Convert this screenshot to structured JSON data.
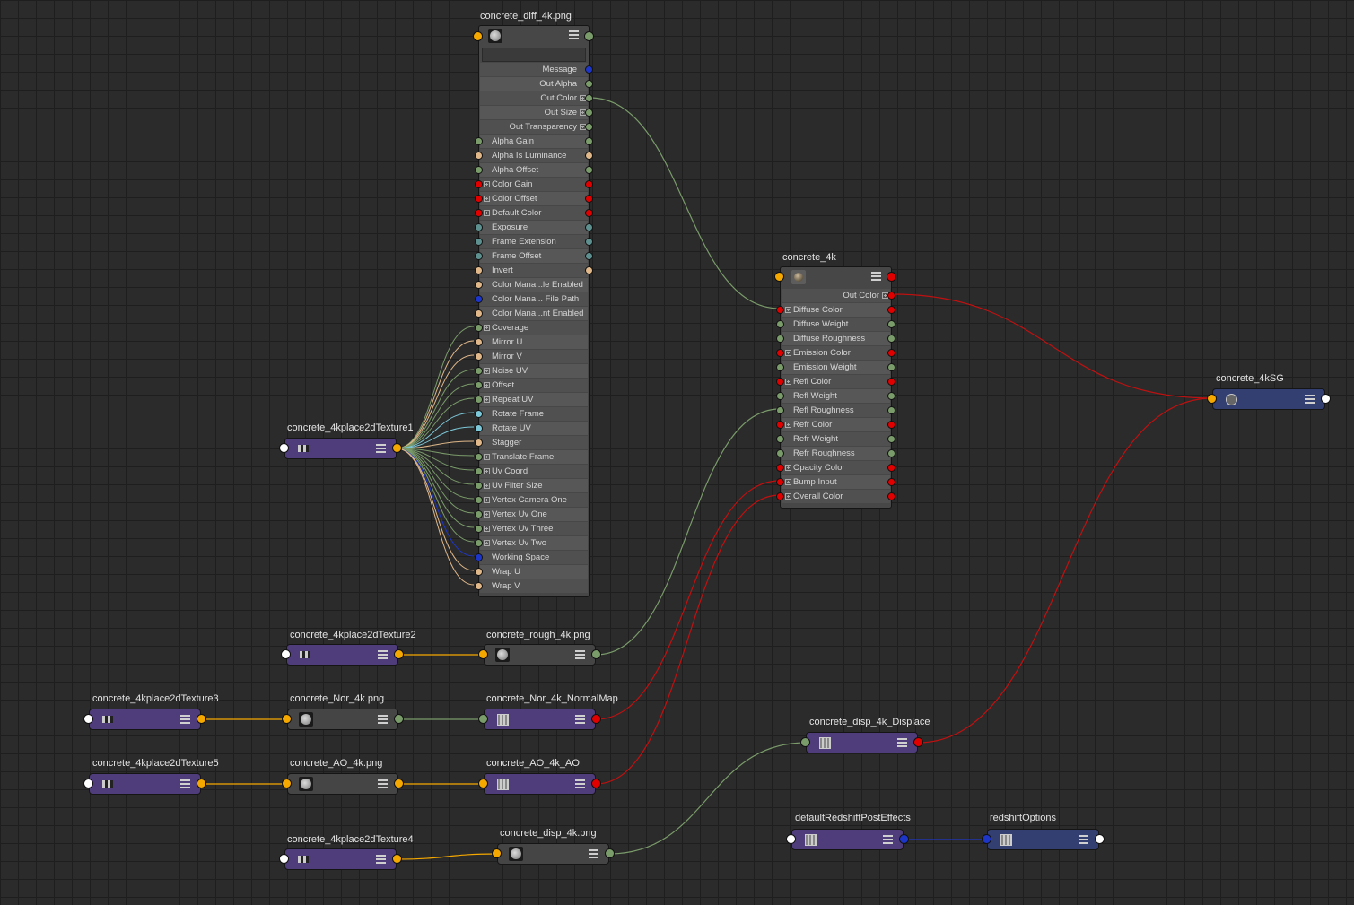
{
  "colors": {
    "yellow": "#f5a800",
    "green": "#7a9b6a",
    "red": "#e00000",
    "blue": "#1e36c8",
    "white": "#ffffff",
    "tan": "#e0b88a",
    "cyan": "#7cc8d8",
    "teal": "#5f9090"
  },
  "nodes": {
    "place1": {
      "title": "concrete_4kplace2dTexture1",
      "icon": "place2d-icon"
    },
    "place2": {
      "title": "concrete_4kplace2dTexture2",
      "icon": "place2d-icon"
    },
    "place3": {
      "title": "concrete_4kplace2dTexture3",
      "icon": "place2d-icon"
    },
    "place5": {
      "title": "concrete_4kplace2dTexture5",
      "icon": "place2d-icon"
    },
    "place4": {
      "title": "concrete_4kplace2dTexture4",
      "icon": "place2d-icon"
    },
    "rough": {
      "title": "concrete_rough_4k.png",
      "icon": "texture-icon"
    },
    "nor": {
      "title": "concrete_Nor_4k.png",
      "icon": "texture-icon"
    },
    "normalmap": {
      "title": "concrete_Nor_4k_NormalMap",
      "icon": "shader-icon"
    },
    "ao": {
      "title": "concrete_AO_4k.png",
      "icon": "texture-icon"
    },
    "aonode": {
      "title": "concrete_AO_4k_AO",
      "icon": "shader-icon"
    },
    "disp": {
      "title": "concrete_disp_4k.png",
      "icon": "texture-icon"
    },
    "displace": {
      "title": "concrete_disp_4k_Displace",
      "icon": "shader-icon"
    },
    "post": {
      "title": "defaultRedshiftPostEffects",
      "icon": "shader-icon"
    },
    "options": {
      "title": "redshiftOptions",
      "icon": "shader-icon"
    },
    "sg": {
      "title": "concrete_4kSG",
      "icon": "shading-group-icon"
    }
  },
  "diff_node": {
    "title": "concrete_diff_4k.png",
    "outputs": [
      "Message",
      "Out Alpha",
      "Out Color",
      "Out Size",
      "Out Transparency"
    ],
    "inputs": [
      "Alpha Gain",
      "Alpha Is Luminance",
      "Alpha Offset",
      "Color Gain",
      "Color Offset",
      "Default Color",
      "Exposure",
      "Frame Extension",
      "Frame Offset",
      "Invert",
      "Color Mana...le Enabled",
      "Color Mana... File Path",
      "Color Mana...nt Enabled",
      "Coverage",
      "Mirror U",
      "Mirror V",
      "Noise UV",
      "Offset",
      "Repeat UV",
      "Rotate Frame",
      "Rotate UV",
      "Stagger",
      "Translate Frame",
      "Uv Coord",
      "Uv Filter Size",
      "Vertex Camera One",
      "Vertex Uv One",
      "Vertex Uv Three",
      "Vertex Uv Two",
      "Working Space",
      "Wrap U",
      "Wrap V"
    ]
  },
  "material_node": {
    "title": "concrete_4k",
    "output": "Out Color",
    "inputs": [
      "Diffuse Color",
      "Diffuse Weight",
      "Diffuse Roughness",
      "Emission Color",
      "Emission Weight",
      "Refl Color",
      "Refl Weight",
      "Refl Roughness",
      "Refr Color",
      "Refr Weight",
      "Refr Roughness",
      "Opacity Color",
      "Bump Input",
      "Overall Color"
    ]
  }
}
